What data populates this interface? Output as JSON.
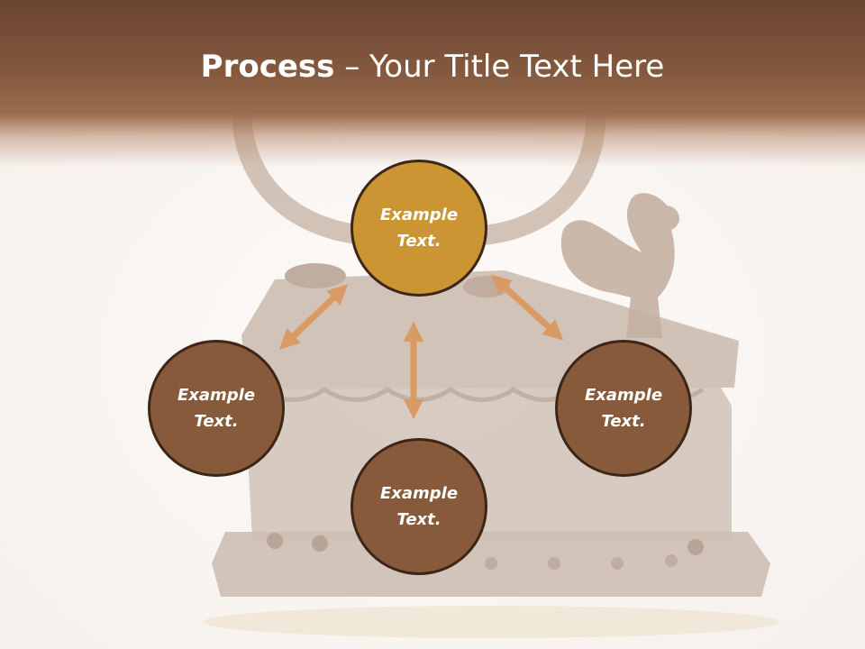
{
  "slide": {
    "title_bold": "Process",
    "title_separator": " – ",
    "title_rest": "Your Title Text Here"
  },
  "diagram": {
    "nodes": [
      {
        "id": "center",
        "label": "Example Text."
      },
      {
        "id": "left",
        "label": "Example Text."
      },
      {
        "id": "right",
        "label": "Example Text."
      },
      {
        "id": "bottom",
        "label": "Example Text."
      }
    ]
  },
  "colors": {
    "header": "#7d5238",
    "center_node": "#cb9534",
    "outer_node": "#885a3c",
    "node_border": "#3d2617",
    "arrow": "#d99a63"
  },
  "background_image": "vintage-iron-with-rooster-photo"
}
